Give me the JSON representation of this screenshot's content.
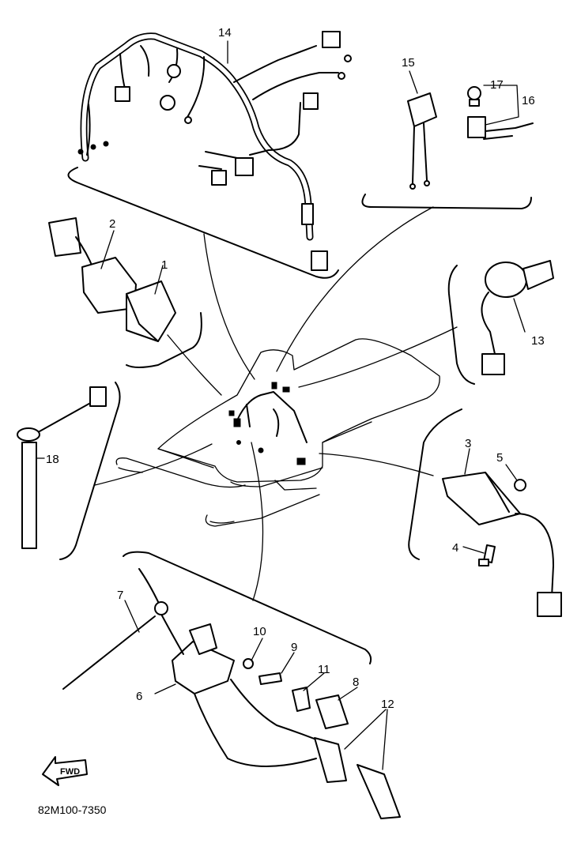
{
  "diagram": {
    "code": "82M100-7350",
    "forward_marker": "FWD",
    "parts": [
      {
        "id": "p1",
        "number": "1"
      },
      {
        "id": "p2",
        "number": "2"
      },
      {
        "id": "p3",
        "number": "3"
      },
      {
        "id": "p4",
        "number": "4"
      },
      {
        "id": "p5",
        "number": "5"
      },
      {
        "id": "p6",
        "number": "6"
      },
      {
        "id": "p7",
        "number": "7"
      },
      {
        "id": "p8",
        "number": "8"
      },
      {
        "id": "p9",
        "number": "9"
      },
      {
        "id": "p10",
        "number": "10"
      },
      {
        "id": "p11",
        "number": "11"
      },
      {
        "id": "p12",
        "number": "12"
      },
      {
        "id": "p13",
        "number": "13"
      },
      {
        "id": "p14",
        "number": "14"
      },
      {
        "id": "p15",
        "number": "15"
      },
      {
        "id": "p16",
        "number": "16"
      },
      {
        "id": "p17",
        "number": "17"
      },
      {
        "id": "p18",
        "number": "18"
      }
    ]
  }
}
